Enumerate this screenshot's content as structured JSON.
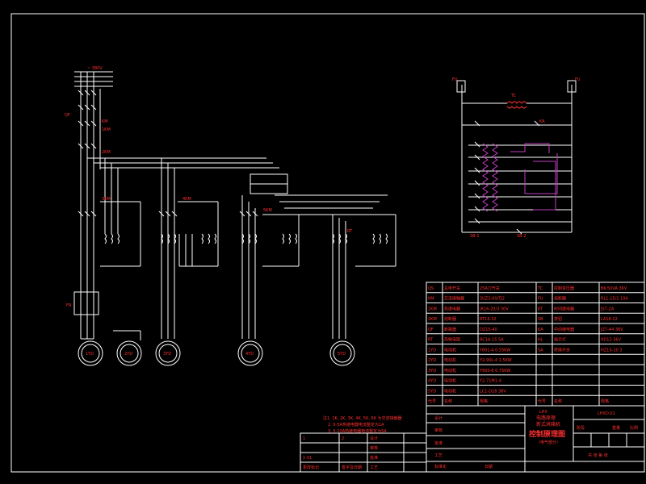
{
  "supply": {
    "voltage_label": "~ 380V"
  },
  "motor_labels": [
    "1YD",
    "2YD",
    "3YD",
    "4YD",
    "5YD"
  ],
  "left_circuit_labels": [
    "QF",
    "KM",
    "1KM",
    "2KM",
    "3KM",
    "4KM",
    "5KM",
    "FR",
    "RT"
  ],
  "control_labels": {
    "transformer": "TC",
    "fuse_left": "FU",
    "fuse_right": "FU",
    "relay": "KA",
    "bottom_left": "SB-1",
    "bottom_right": "SB-2"
  },
  "bom_table": {
    "rows": [
      [
        "QS",
        "总电开关",
        "25A刀开关",
        "TC",
        "控制变压器",
        "BK-50VA 36V"
      ],
      [
        "KM",
        "交流接触器",
        "3UZ3-00/TJ2",
        "FU",
        "熔断器",
        "RL1-15/2 10A"
      ],
      [
        "1KM",
        "热继电器",
        "JR16-20/3 30V",
        "KT",
        "时间继电器",
        "JS7-2A"
      ],
      [
        "2KM",
        "熔断器",
        "RT16-32",
        "SB",
        "按钮",
        "LA18-22"
      ],
      [
        "QF",
        "断路器",
        "DZ15-40",
        "KA",
        "中间继电器",
        "JZ7-44 36V"
      ],
      [
        "RT",
        "热敏电阻",
        "RC1A-15 5A",
        "HL",
        "指示灯",
        "XD13 36V"
      ],
      [
        "1YD",
        "电动机",
        "Y801-4 0.55KW",
        "SA",
        "转换开关",
        "HZ10-10 3"
      ],
      [
        "2YD",
        "电动机",
        "Y2-90L-4 1.5KW",
        "",
        "",
        ""
      ],
      [
        "3YD",
        "电动机",
        "Y90S-6 0.75KW",
        "",
        "",
        ""
      ],
      [
        "4YD",
        "电动机",
        "Y2-71M1-4",
        "",
        "",
        ""
      ],
      [
        "5YD",
        "电动机",
        "LC1-D18 36V",
        "",
        "",
        ""
      ],
      [
        "代号",
        "名称",
        "规格",
        "代号",
        "名称",
        "规格"
      ]
    ]
  },
  "title_block": {
    "company": "LHX",
    "drawing_title_1": "电路原理",
    "drawing_title_2": "新式烘箱机",
    "main_title": "控制原理图",
    "sub_title": "（电气部分）",
    "drawing_no": "LHXD.01",
    "stage": "阶段",
    "scale": "比例",
    "weight": "重量",
    "sheet": "共 张 第 张",
    "design_label": "设计",
    "check_label": "审核",
    "approve_label": "批准",
    "process_label": "工艺",
    "standard_label": "标准化",
    "date_label": "日期"
  },
  "notes": {
    "line1": "注1. 1K, 2K, 3K, 4K, 5K, 6K 为交流接触器",
    "line2": "2. 0-5A热继电器电流整定为1A",
    "line3": "3. 5-10A热继电器电流整定为5A"
  },
  "revision_table": {
    "rows": [
      [
        "1",
        "",
        "2",
        "",
        "设计",
        "",
        ""
      ],
      [
        "",
        "",
        "",
        "",
        "审核",
        "",
        ""
      ],
      [
        "1-01",
        "",
        "",
        "",
        "批准",
        "",
        ""
      ],
      [
        "更改标记",
        "",
        "签字及日期",
        "",
        "工艺",
        "",
        ""
      ]
    ]
  },
  "colors": {
    "background": "#000000",
    "frame": "#ffffff",
    "red": "#ff3030",
    "magenta": "#c040c0"
  }
}
